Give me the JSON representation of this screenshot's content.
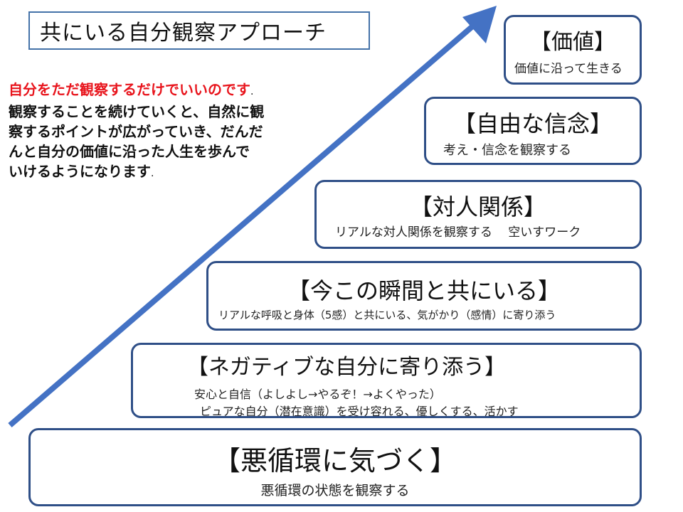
{
  "title": "共にいる自分観察アプローチ",
  "intro": {
    "highlight": "自分をただ観察するだけでいいのです",
    "body_lines": [
      "観察することを続けていくと、自然に観",
      "察するポイントが広がっていき、だんだ",
      "んと自分の価値に沿った人生を歩んで",
      "いけるようになります"
    ],
    "period": "."
  },
  "steps": [
    {
      "heading": "【悪循環に気づく】",
      "descriptions": [
        "悪循環の状態を観察する"
      ]
    },
    {
      "heading": "【ネガティブな自分に寄り添う】",
      "descriptions": [
        "安心と自信（よしよし→やるぞ！→よくやった）",
        "ピュアな自分（潜在意識）を受け容れる、優しくする、活かす"
      ]
    },
    {
      "heading": "【今この瞬間と共にいる】",
      "descriptions": [
        "リアルな呼吸と身体（5感）と共にいる、気がかり（感情）に寄り添う"
      ]
    },
    {
      "heading": "【対人関係】",
      "descriptions": [
        "リアルな対人関係を観察する　 空いすワーク"
      ]
    },
    {
      "heading": "【自由な信念】",
      "descriptions": [
        "考え・信念を観察する"
      ]
    },
    {
      "heading": "【価値】",
      "descriptions": [
        "価値に沿って生きる"
      ]
    }
  ],
  "colors": {
    "arrow": "#4472c4",
    "box_border": "#2f4f87",
    "highlight_text": "#e8141c",
    "title_border": "#4472a8"
  }
}
